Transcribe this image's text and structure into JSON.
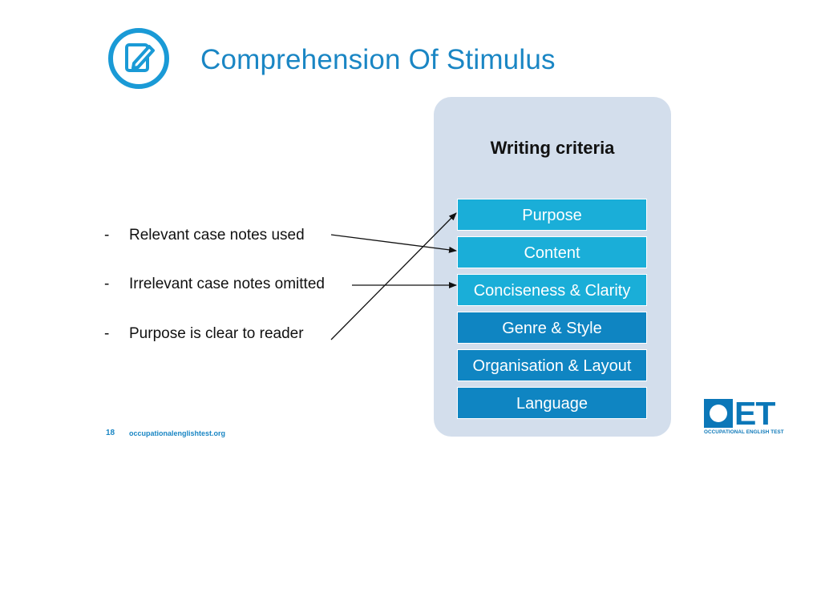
{
  "slide": {
    "title": "Comprehension Of Stimulus",
    "title_icon": "edit-note-icon",
    "accent_color": "#1a86c4"
  },
  "bullets": [
    {
      "marker": "-",
      "text": "Relevant case notes used"
    },
    {
      "marker": "-",
      "text": "Irrelevant case notes omitted"
    },
    {
      "marker": "-",
      "text": "Purpose is clear to reader"
    }
  ],
  "criteria": {
    "heading": "Writing criteria",
    "panel_color": "#d3deec",
    "items": [
      {
        "label": "Purpose",
        "color": "#1aaed8"
      },
      {
        "label": "Content",
        "color": "#1aaed8"
      },
      {
        "label": "Conciseness & Clarity",
        "color": "#1aaed8"
      },
      {
        "label": "Genre & Style",
        "color": "#0f85c2"
      },
      {
        "label": "Organisation & Layout",
        "color": "#0f85c2"
      },
      {
        "label": "Language",
        "color": "#0f85c2"
      }
    ]
  },
  "connections": [
    {
      "from": "Relevant case notes used",
      "to": "Content"
    },
    {
      "from": "Irrelevant case notes omitted",
      "to": "Conciseness & Clarity"
    },
    {
      "from": "Purpose is clear to reader",
      "to": "Purpose"
    }
  ],
  "footer": {
    "page_number": "18",
    "url": "occupationalenglishtest.org"
  },
  "logo": {
    "mark_letters": "ET",
    "subtitle": "OCCUPATIONAL ENGLISH TEST",
    "color": "#0b77b8"
  }
}
